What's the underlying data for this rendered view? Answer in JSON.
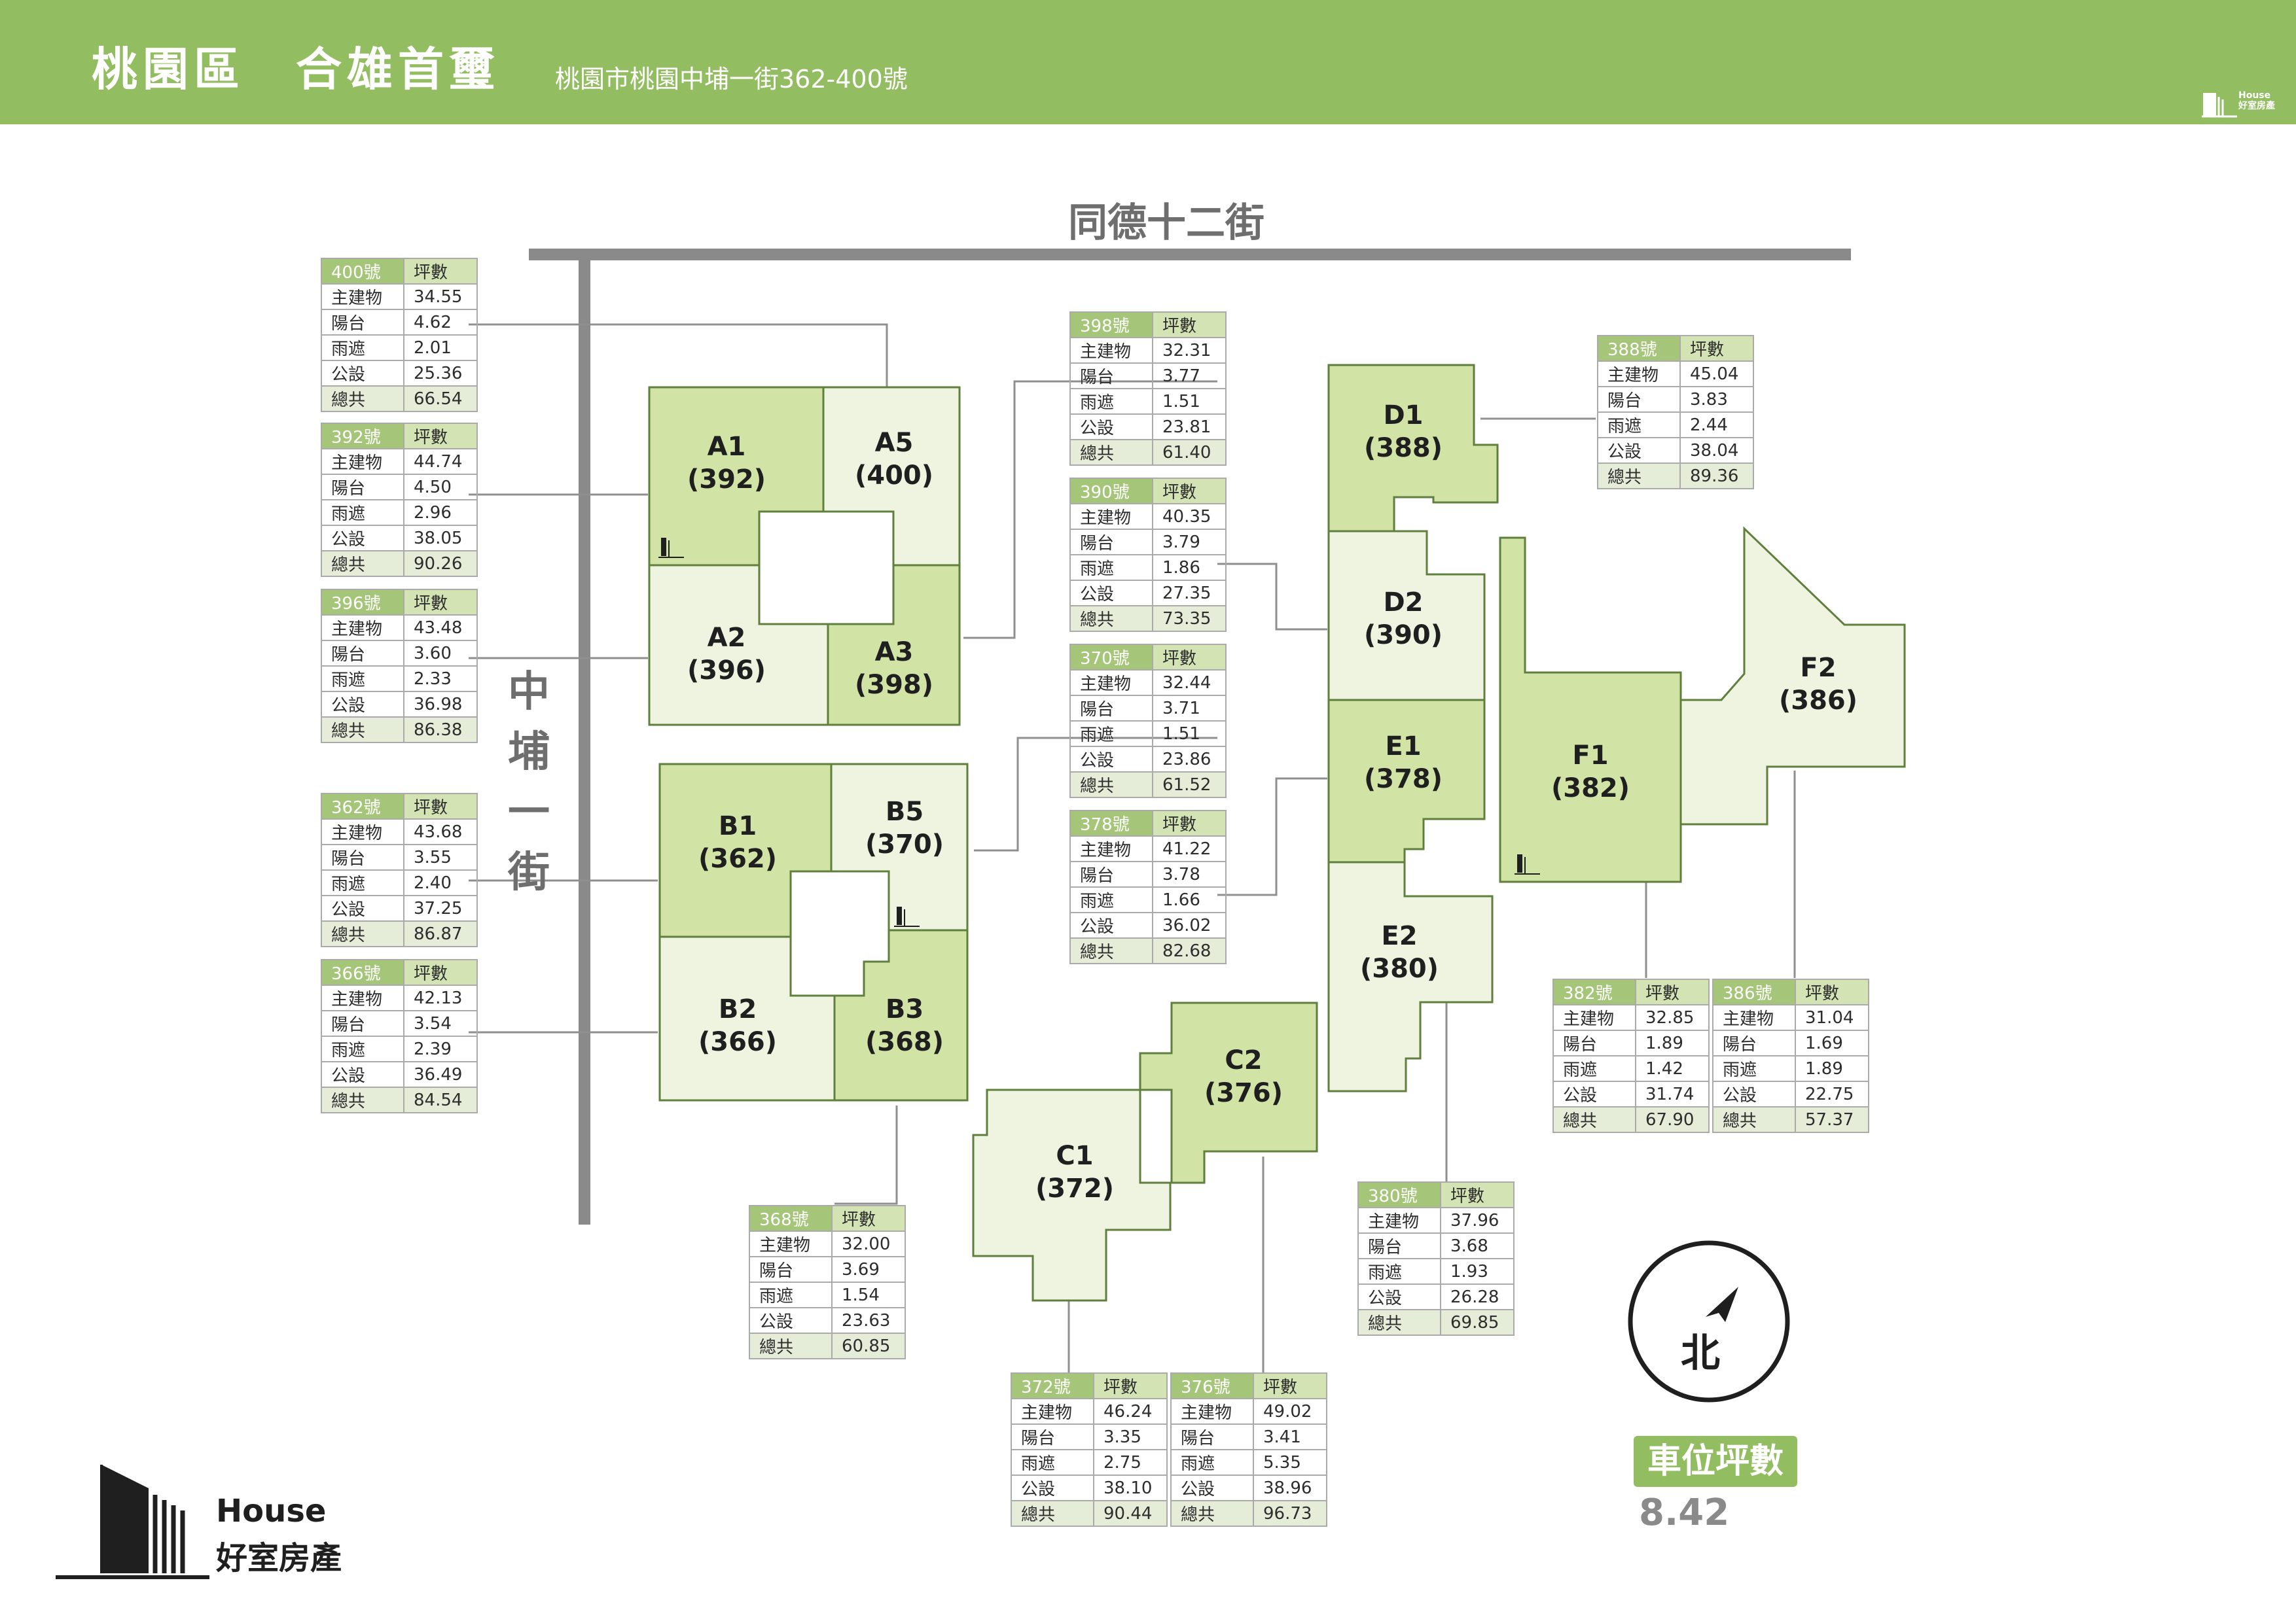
{
  "header": {
    "title": "桃園區　合雄首璽",
    "address": "桃園市桃園中埔一街362-400號",
    "logo_en": "House",
    "logo_zh": "好室房產"
  },
  "streets": {
    "north": "同德十二街",
    "west": [
      "中",
      "埔",
      "一",
      "街"
    ]
  },
  "colors": {
    "header": "#93bd61",
    "unit_dark": "#d2e3a6",
    "unit_light": "#eef4e0",
    "outline": "#5f7f3d",
    "road": "#8a8a8a"
  },
  "units": [
    {
      "code": "A1",
      "no": "392",
      "shade": "dark"
    },
    {
      "code": "A5",
      "no": "400",
      "shade": "light"
    },
    {
      "code": "A2",
      "no": "396",
      "shade": "light"
    },
    {
      "code": "A3",
      "no": "398",
      "shade": "dark"
    },
    {
      "code": "B1",
      "no": "362",
      "shade": "dark"
    },
    {
      "code": "B5",
      "no": "370",
      "shade": "light"
    },
    {
      "code": "B2",
      "no": "366",
      "shade": "light"
    },
    {
      "code": "B3",
      "no": "368",
      "shade": "dark"
    },
    {
      "code": "C1",
      "no": "372",
      "shade": "light"
    },
    {
      "code": "C2",
      "no": "376",
      "shade": "dark"
    },
    {
      "code": "D1",
      "no": "388",
      "shade": "dark"
    },
    {
      "code": "D2",
      "no": "390",
      "shade": "light"
    },
    {
      "code": "E1",
      "no": "378",
      "shade": "dark"
    },
    {
      "code": "E2",
      "no": "380",
      "shade": "light"
    },
    {
      "code": "F1",
      "no": "382",
      "shade": "dark"
    },
    {
      "code": "F2",
      "no": "386",
      "shade": "light"
    }
  ],
  "table_labels": {
    "unit_col": "坪數",
    "rows": [
      "主建物",
      "陽台",
      "雨遮",
      "公設",
      "總共"
    ]
  },
  "tables": [
    {
      "house": "400號",
      "values": [
        "34.55",
        "4.62",
        "2.01",
        "25.36",
        "66.54"
      ]
    },
    {
      "house": "392號",
      "values": [
        "44.74",
        "4.50",
        "2.96",
        "38.05",
        "90.26"
      ]
    },
    {
      "house": "396號",
      "values": [
        "43.48",
        "3.60",
        "2.33",
        "36.98",
        "86.38"
      ]
    },
    {
      "house": "362號",
      "values": [
        "43.68",
        "3.55",
        "2.40",
        "37.25",
        "86.87"
      ]
    },
    {
      "house": "366號",
      "values": [
        "42.13",
        "3.54",
        "2.39",
        "36.49",
        "84.54"
      ]
    },
    {
      "house": "398號",
      "values": [
        "32.31",
        "3.77",
        "1.51",
        "23.81",
        "61.40"
      ]
    },
    {
      "house": "390號",
      "values": [
        "40.35",
        "3.79",
        "1.86",
        "27.35",
        "73.35"
      ]
    },
    {
      "house": "370號",
      "values": [
        "32.44",
        "3.71",
        "1.51",
        "23.86",
        "61.52"
      ]
    },
    {
      "house": "378號",
      "values": [
        "41.22",
        "3.78",
        "1.66",
        "36.02",
        "82.68"
      ]
    },
    {
      "house": "388號",
      "values": [
        "45.04",
        "3.83",
        "2.44",
        "38.04",
        "89.36"
      ]
    },
    {
      "house": "382號",
      "values": [
        "32.85",
        "1.89",
        "1.42",
        "31.74",
        "67.90"
      ]
    },
    {
      "house": "386號",
      "values": [
        "31.04",
        "1.69",
        "1.89",
        "22.75",
        "57.37"
      ]
    },
    {
      "house": "368號",
      "values": [
        "32.00",
        "3.69",
        "1.54",
        "23.63",
        "60.85"
      ]
    },
    {
      "house": "380號",
      "values": [
        "37.96",
        "3.68",
        "1.93",
        "26.28",
        "69.85"
      ]
    },
    {
      "house": "372號",
      "values": [
        "46.24",
        "3.35",
        "2.75",
        "38.10",
        "90.44"
      ]
    },
    {
      "house": "376號",
      "values": [
        "49.02",
        "3.41",
        "5.35",
        "38.96",
        "96.73"
      ]
    }
  ],
  "compass": {
    "label": "北"
  },
  "parking": {
    "label": "車位坪數",
    "value": "8.42"
  }
}
